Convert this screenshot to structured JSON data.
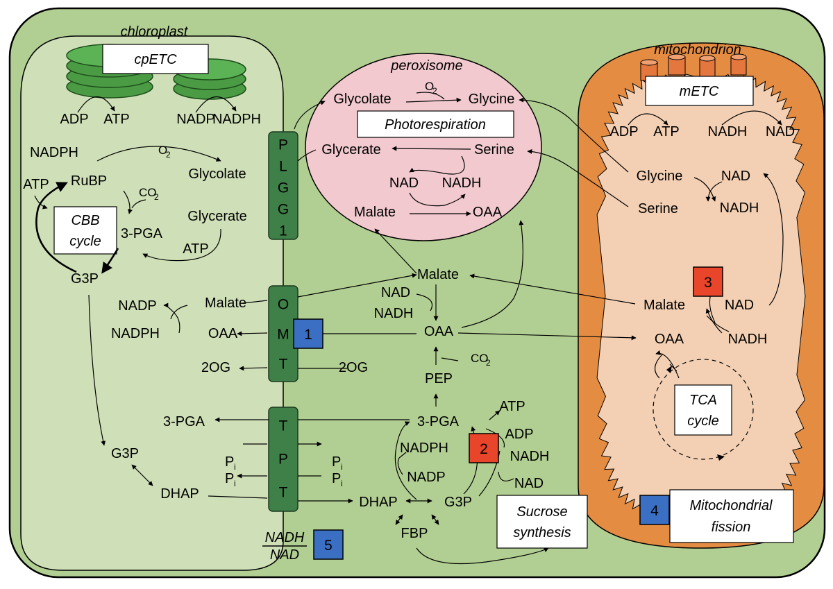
{
  "compartments": {
    "chloroplast": "chloroplast",
    "peroxisome": "peroxisome",
    "mitochondrion": "mitochondrion"
  },
  "labels": {
    "cpETC": "cpETC",
    "mETC": "mETC",
    "photorespiration": "Photorespiration",
    "cbb_1": "CBB",
    "cbb_2": "cycle",
    "tca_1": "TCA",
    "tca_2": "cycle",
    "sucrose_1": "Sucrose",
    "sucrose_2": "synthesis",
    "fission_1": "Mitochondrial",
    "fission_2": "fission",
    "ratio_num": "NADH",
    "ratio_den": "NAD"
  },
  "transporters": {
    "plgg1": "PLGG1",
    "omt": "OMT",
    "tpt": "TPT"
  },
  "markers": [
    {
      "number": "1",
      "color": "#3a6fc4"
    },
    {
      "number": "2",
      "color": "#e8452a"
    },
    {
      "number": "3",
      "color": "#e8452a"
    },
    {
      "number": "4",
      "color": "#3a6fc4"
    },
    {
      "number": "5",
      "color": "#3a6fc4"
    }
  ],
  "metabolites": {
    "chl_adp": "ADP",
    "chl_atp": "ATP",
    "chl_nadp": "NADP",
    "chl_nadph": "NADPH",
    "chl_nadph2": "NADPH",
    "chl_o2": "O",
    "chl_o2_sub": "2",
    "chl_rubp": "RuBP",
    "chl_atp2": "ATP",
    "chl_co2": "CO",
    "chl_co2_sub": "2",
    "chl_glycolate": "Glycolate",
    "chl_glycerate": "Glycerate",
    "chl_3pga": "3-PGA",
    "chl_atp3": "ATP",
    "chl_g3p": "G3P",
    "chl_nadp2": "NADP",
    "chl_malate": "Malate",
    "chl_nadph3": "NADPH",
    "chl_oaa": "OAA",
    "chl_2og": "2OG",
    "chl_3pga2": "3-PGA",
    "chl_pi1": "P",
    "chl_pi1_sub": "i",
    "chl_pi2": "P",
    "chl_pi2_sub": "i",
    "chl_g3p2": "G3P",
    "chl_dhap": "DHAP",
    "per_glycolate": "Glycolate",
    "per_o2": "O",
    "per_o2_sub": "2",
    "per_glycine": "Glycine",
    "per_glycerate": "Glycerate",
    "per_serine": "Serine",
    "per_nad": "NAD",
    "per_nadh": "NADH",
    "per_malate": "Malate",
    "per_oaa": "OAA",
    "cyt_malate": "Malate",
    "cyt_nad": "NAD",
    "cyt_nadh": "NADH",
    "cyt_oaa": "OAA",
    "cyt_2og": "2OG",
    "cyt_co2": "CO",
    "cyt_co2_sub": "2",
    "cyt_pep": "PEP",
    "cyt_3pga": "3-PGA",
    "cyt_atp": "ATP",
    "cyt_adp": "ADP",
    "cyt_nadph": "NADPH",
    "cyt_nadp": "NADP",
    "cyt_nad2": "NAD",
    "cyt_pi1": "P",
    "cyt_pi1_sub": "i",
    "cyt_pi2": "P",
    "cyt_pi2_sub": "i",
    "cyt_dhap": "DHAP",
    "cyt_g3p": "G3P",
    "cyt_fbp": "FBP",
    "mit_adp": "ADP",
    "mit_atp": "ATP",
    "mit_nadh": "NADH",
    "mit_nad": "NAD",
    "mit_glycine": "Glycine",
    "mit_nad2": "NAD",
    "mit_serine": "Serine",
    "mit_nadh2": "NADH",
    "mit_malate": "Malate",
    "mit_nad3": "NAD",
    "mit_oaa": "OAA",
    "mit_nadh3": "NADH"
  }
}
